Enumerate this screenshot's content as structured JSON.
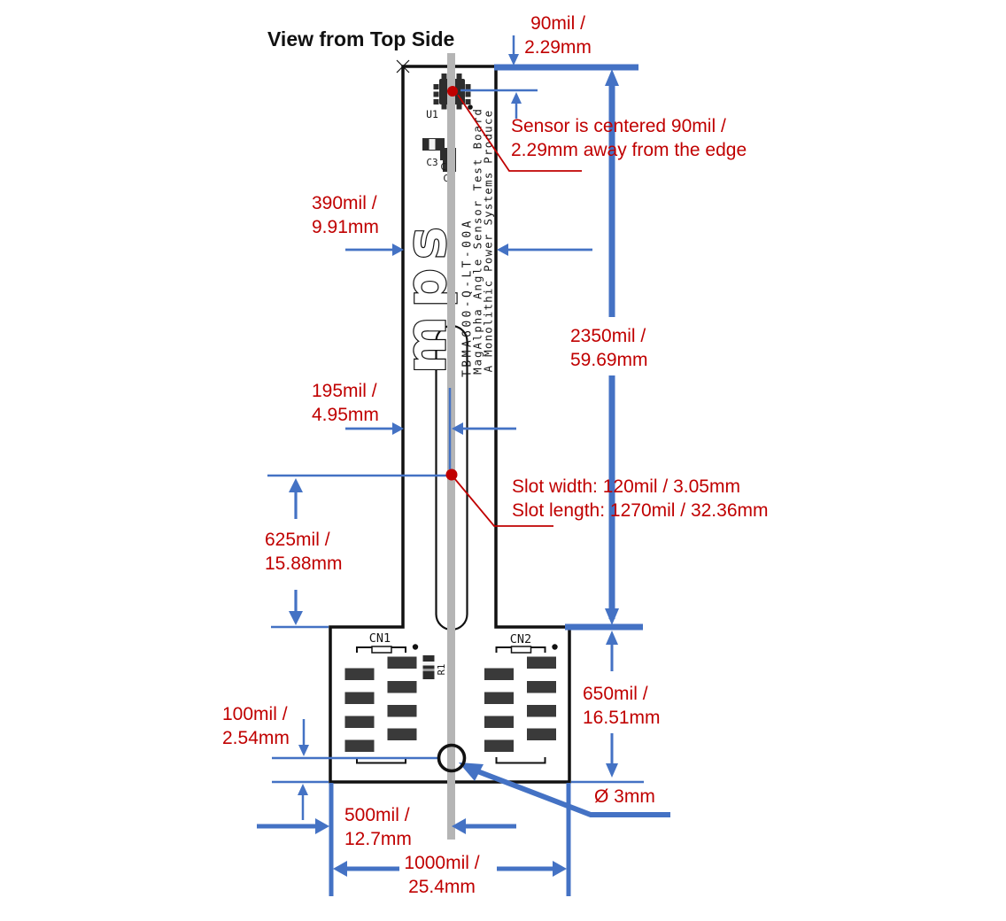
{
  "title": "View from Top Side",
  "palette": {
    "dimension_blue": "#4472C4",
    "annotation_red": "#C00000"
  },
  "silkscreen": {
    "sensor_ref": "U1",
    "cap3_ref": "C3",
    "cap2_ref": "C2",
    "cap1_ref": "C1",
    "resistor_ref": "R1",
    "connector1_ref": "CN1",
    "connector2_ref": "CN2",
    "logo_text": "mps",
    "part_number": "TBMA600-Q-LT-00A",
    "board_title": "MagAlpha Angle Sensor Test Board",
    "board_subtitle": "A Monolithic Power Systems Produce"
  },
  "dimensions": {
    "top_offset": {
      "line1": "90mil /",
      "line2": "2.29mm"
    },
    "sensor_note": {
      "line1": "Sensor is centered 90mil /",
      "line2": "2.29mm away from the edge"
    },
    "board_width": {
      "line1": "390mil /",
      "line2": "9.91mm"
    },
    "board_length": {
      "line1": "2350mil /",
      "line2": "59.69mm"
    },
    "half_width": {
      "line1": "195mil /",
      "line2": "4.95mm"
    },
    "slot": {
      "line1": "Slot width: 120mil / 3.05mm",
      "line2": "Slot length: 1270mil / 32.36mm"
    },
    "slot_center_offset": {
      "line1": "625mil /",
      "line2": "15.88mm"
    },
    "connector_section": {
      "line1": "650mil /",
      "line2": "16.51mm"
    },
    "hole_edge_offset": {
      "line1": "100mil /",
      "line2": "2.54mm"
    },
    "hole_center_offset": {
      "line1": "500mil /",
      "line2": "12.7mm"
    },
    "bottom_width": {
      "line1": "1000mil /",
      "line2": "25.4mm"
    },
    "hole_diameter": "Ø 3mm"
  }
}
